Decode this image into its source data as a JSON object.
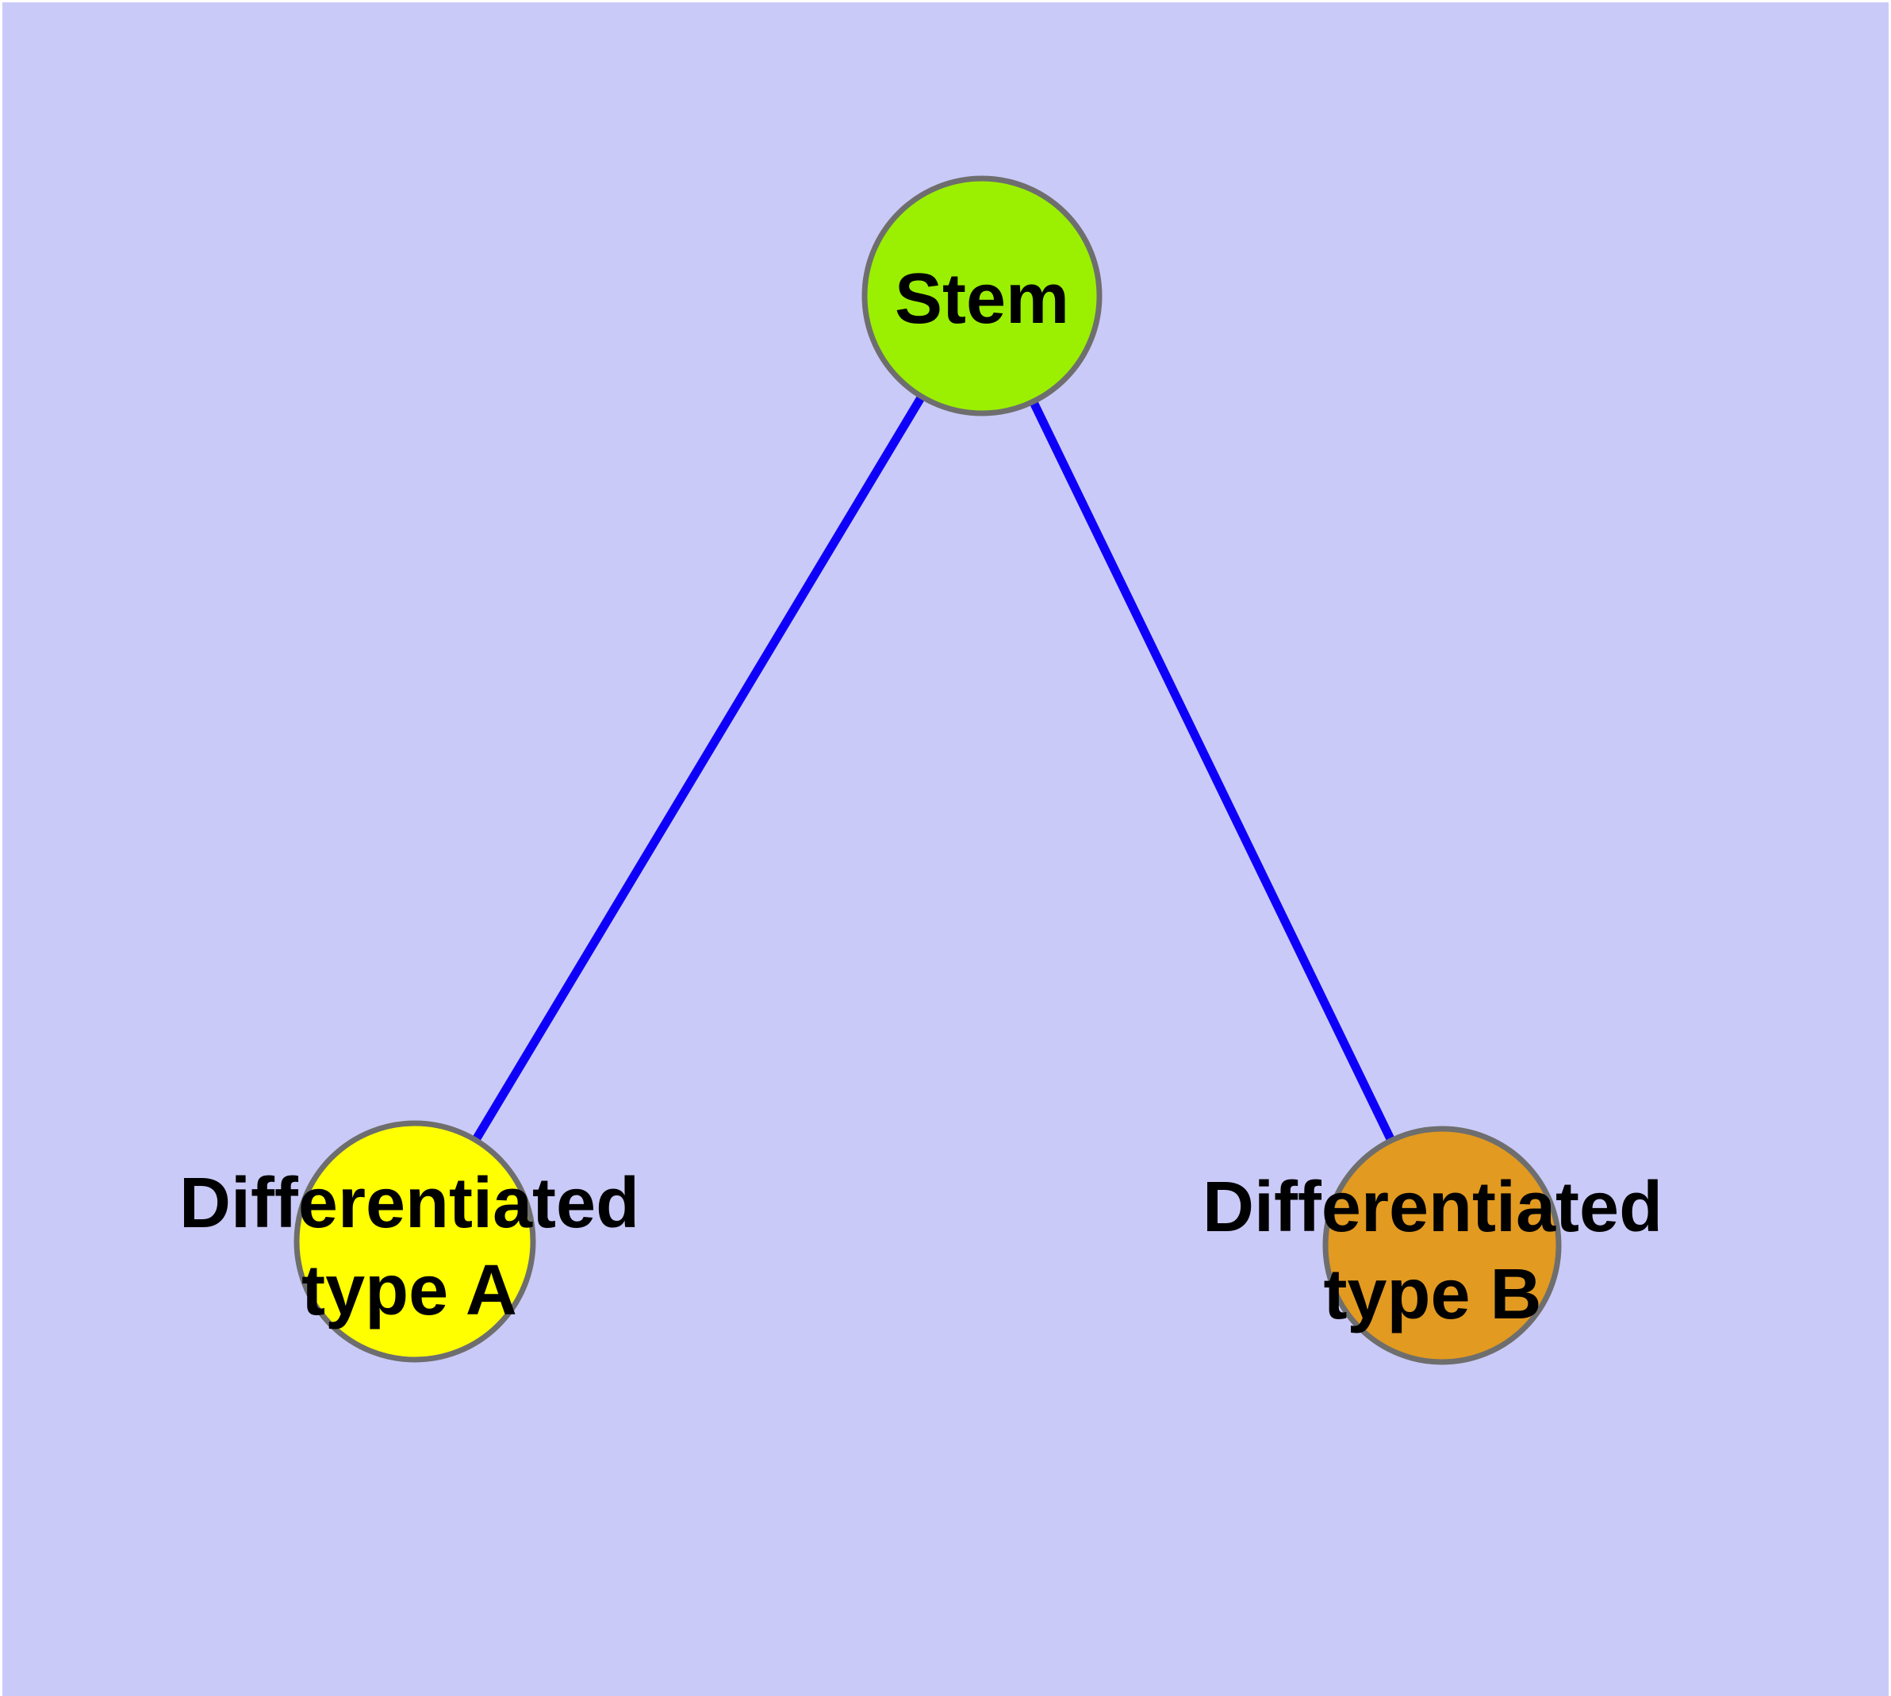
{
  "diagram": {
    "background_color": "#cacaf8",
    "frame_color": "#ffffff",
    "edge_color": "#0e00f8",
    "node_border_color": "#6e6e6e",
    "text_color": "#000000",
    "nodes": {
      "stem": {
        "label": "Stem",
        "fill": "#9af000"
      },
      "type_a": {
        "label": "Differentiated type A",
        "label_line1": "Differentiated",
        "label_line2": "type A",
        "fill": "#ffff00"
      },
      "type_b": {
        "label": "Differentiated type B",
        "label_line1": "Differentiated",
        "label_line2": "type B",
        "fill": "#e29a20"
      }
    },
    "edges": [
      {
        "from": "Stem",
        "to": "Differentiated type A"
      },
      {
        "from": "Stem",
        "to": "Differentiated type B"
      }
    ]
  }
}
